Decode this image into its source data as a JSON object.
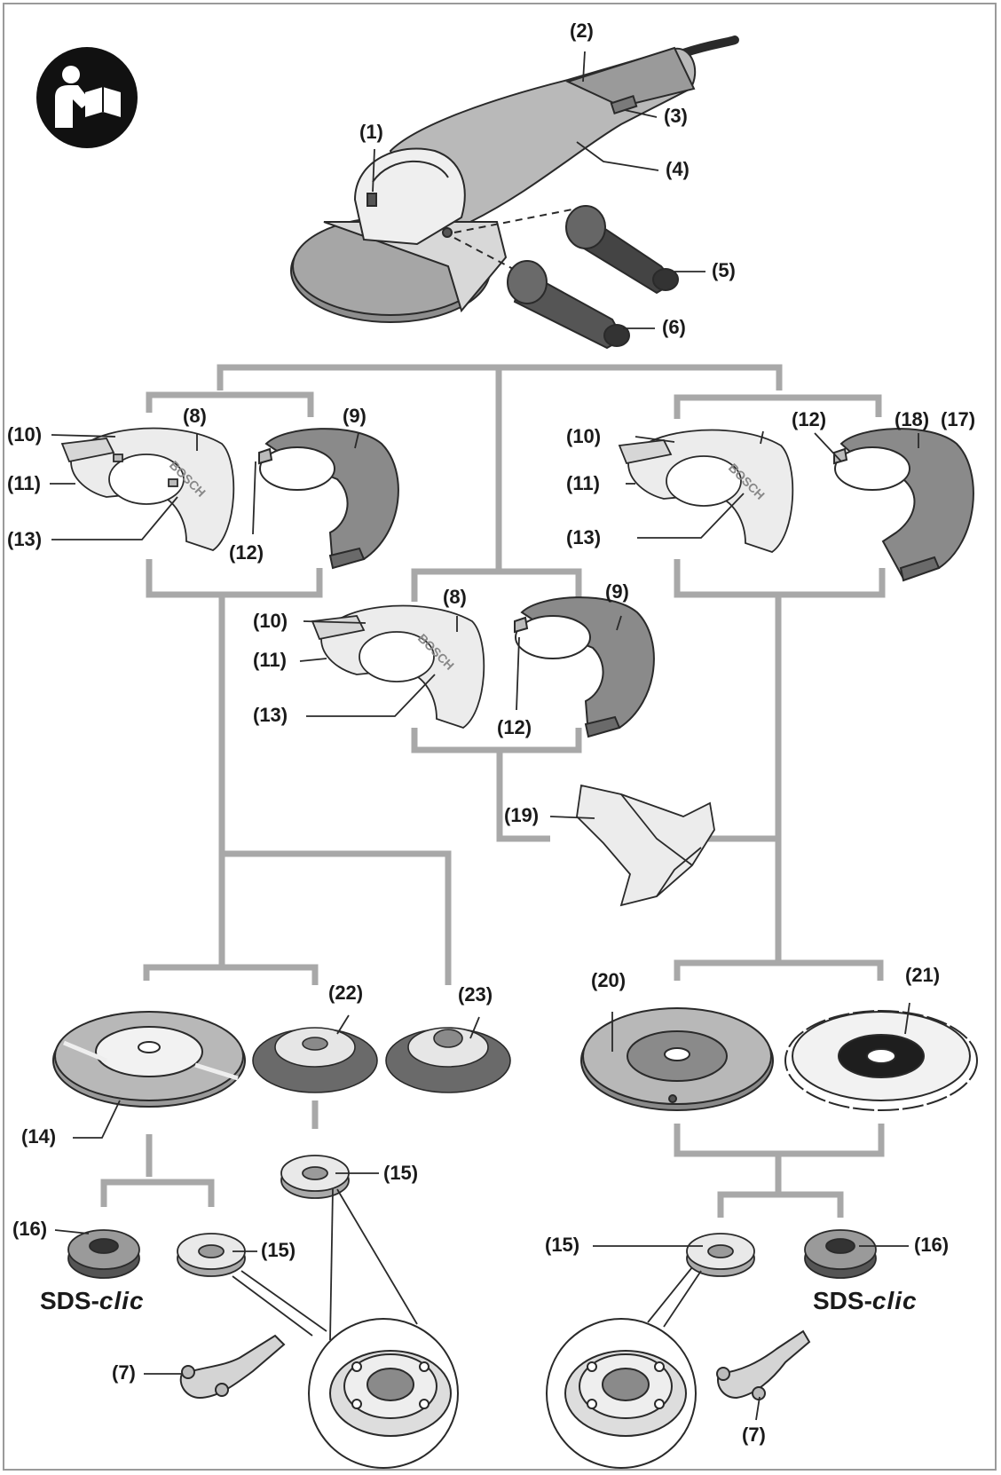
{
  "diagram": {
    "labels": {
      "p1": "(1)",
      "p2": "(2)",
      "p3": "(3)",
      "p4": "(4)",
      "p5": "(5)",
      "p6": "(6)",
      "p7": "(7)",
      "p8": "(8)",
      "p9": "(9)",
      "p10": "(10)",
      "p11": "(11)",
      "p12": "(12)",
      "p13": "(13)",
      "p14": "(14)",
      "p15": "(15)",
      "p16": "(16)",
      "p17": "(17)",
      "p18": "(18)",
      "p19": "(19)",
      "p20": "(20)",
      "p21": "(21)",
      "p22": "(22)",
      "p23": "(23)"
    },
    "sds_clic": {
      "prefix": "SDS-",
      "suffix": "clic"
    },
    "guard_brand": "BOSCH",
    "icons": [
      "read-manual-icon",
      "angle-grinder",
      "auxiliary-handle",
      "protection-guard",
      "cutting-guard",
      "hand-guard",
      "grinding-disc",
      "cutting-disc",
      "diamond-disc",
      "cup-brush",
      "knotted-wire-brush",
      "mounting-flange",
      "quick-clamping-nut",
      "two-pin-spanner"
    ],
    "colors": {
      "connector": "#a8a8a8",
      "line": "#2a2a2a",
      "part_fill": "#cfcfcf",
      "part_light": "#ececec",
      "part_dark": "#8c8c8c"
    }
  }
}
